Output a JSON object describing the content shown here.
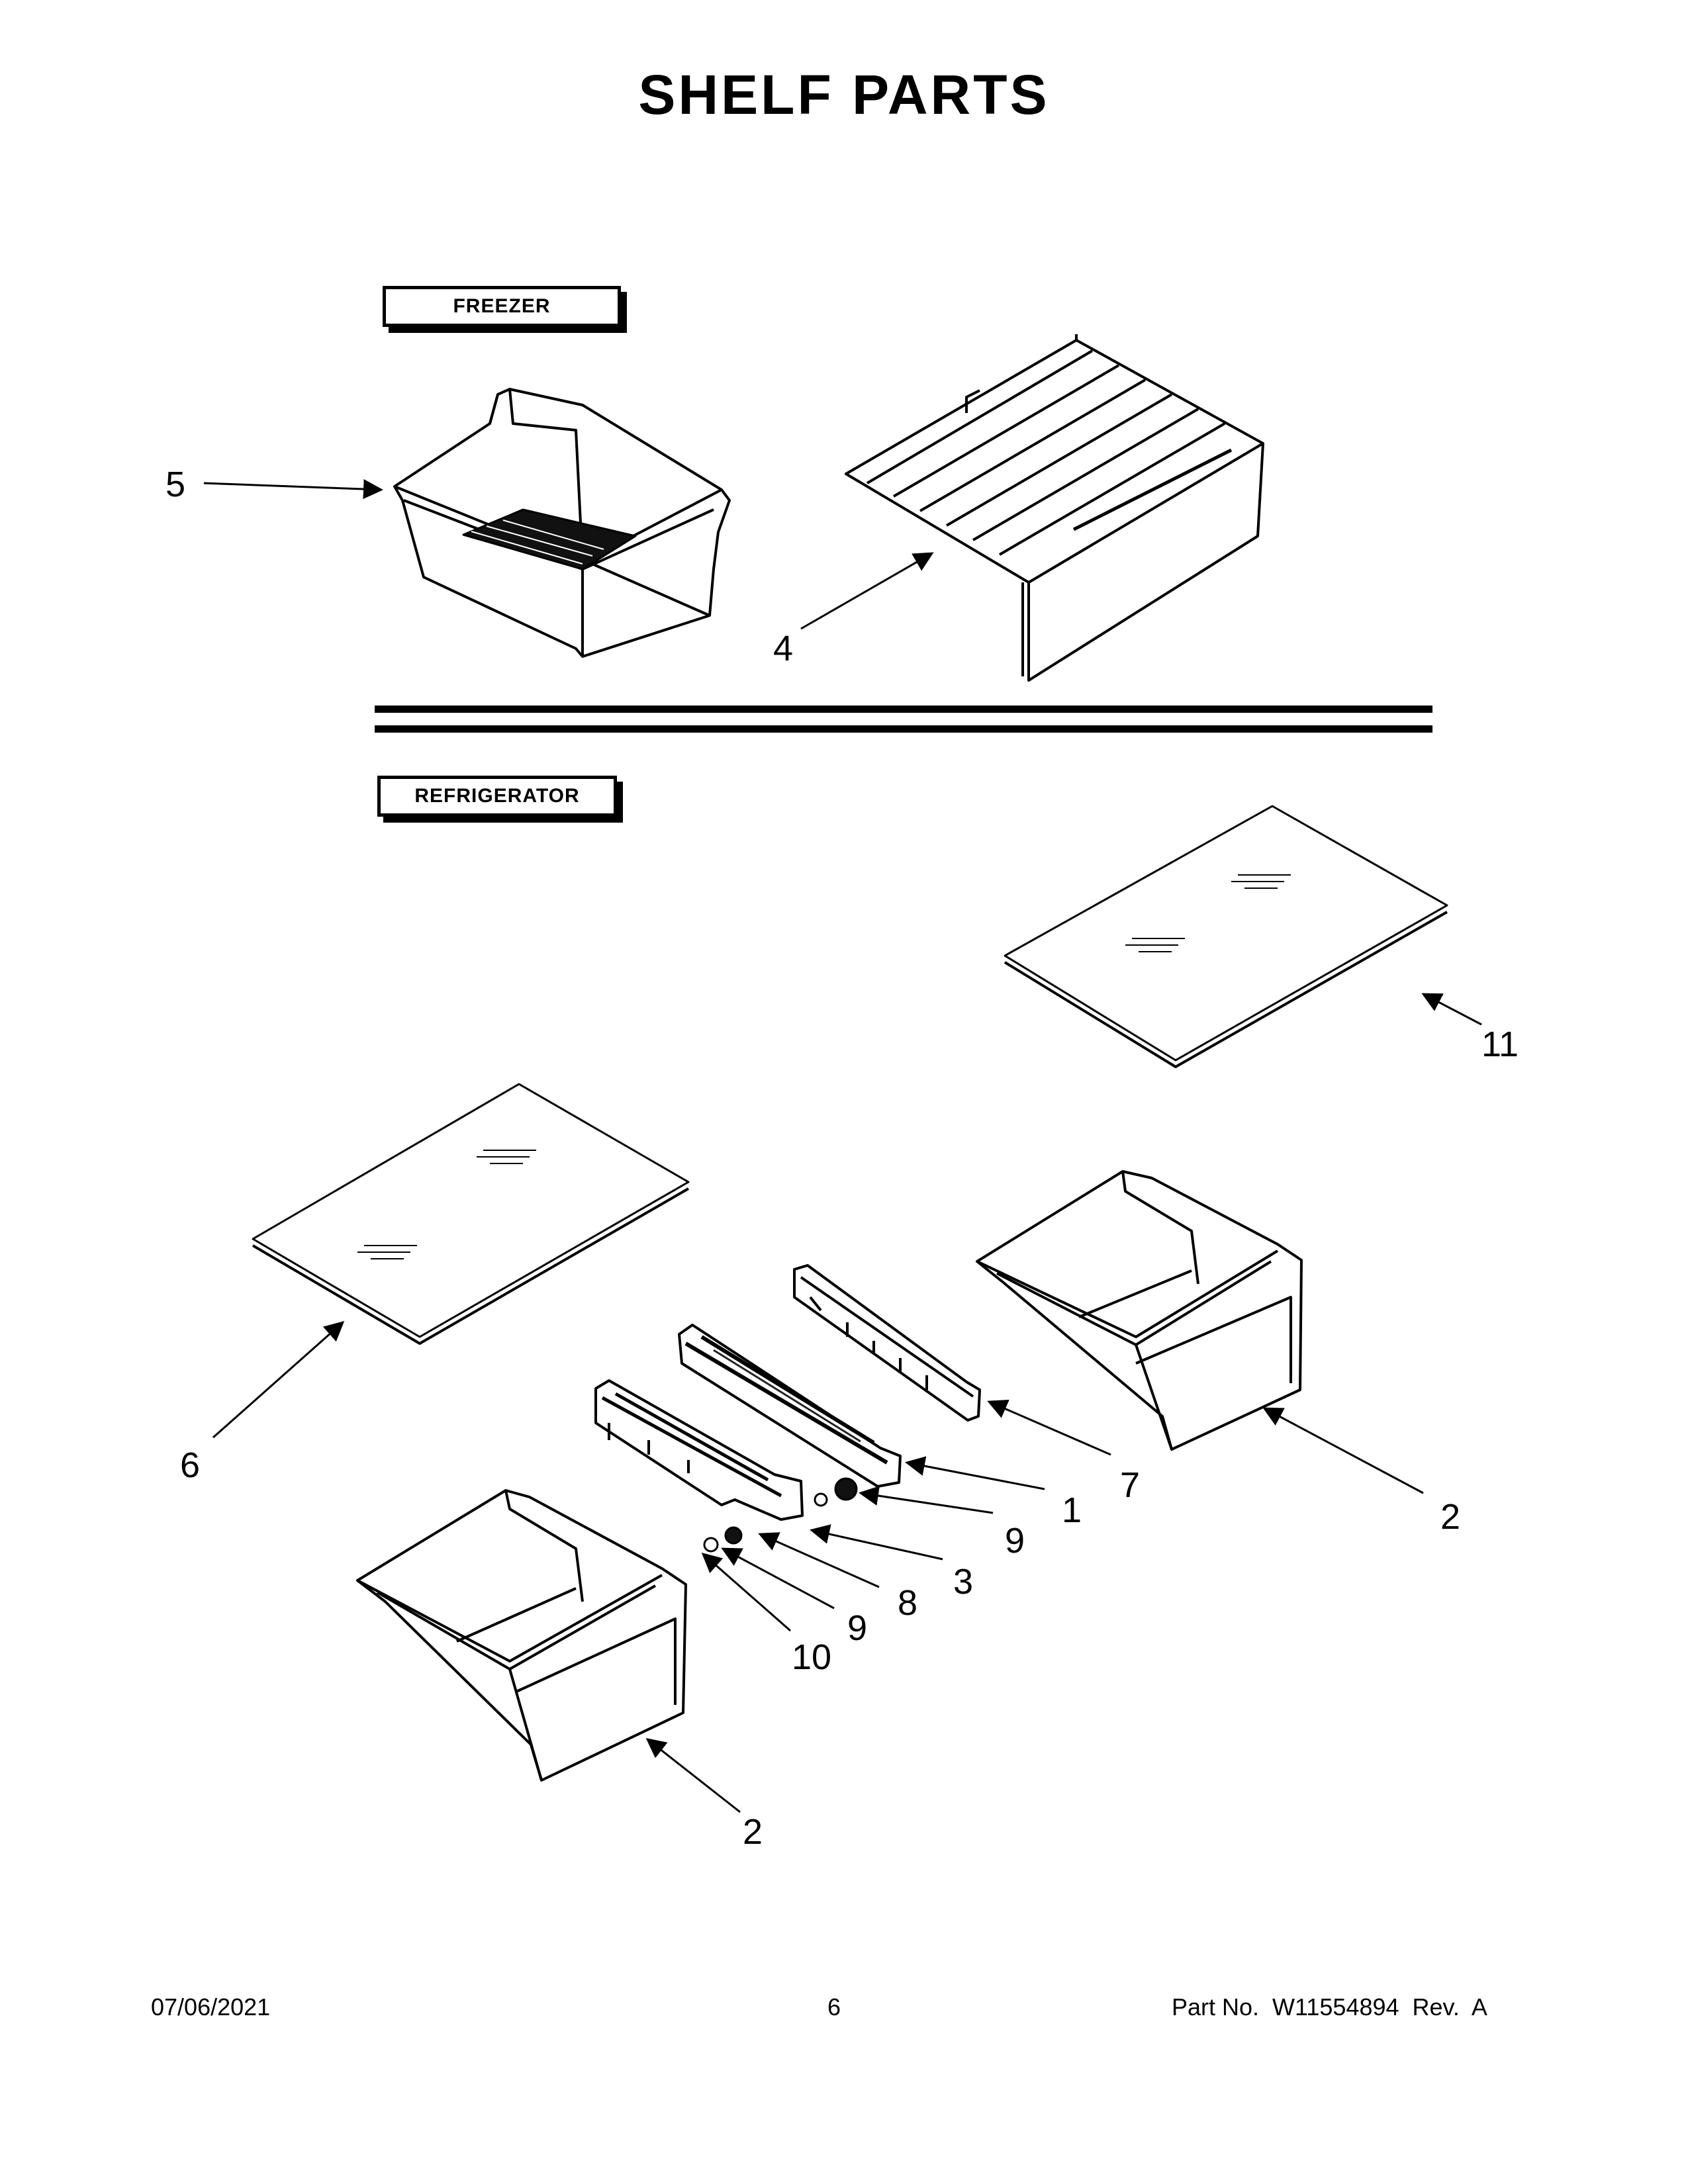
{
  "title": "SHELF PARTS",
  "sections": {
    "freezer": "FREEZER",
    "refrigerator": "REFRIGERATOR"
  },
  "callouts": {
    "c5": "5",
    "c4": "4",
    "c11": "11",
    "c6": "6",
    "c7": "7",
    "c1": "1",
    "c2_right": "2",
    "c9_upper": "9",
    "c3": "3",
    "c8": "8",
    "c9_lower": "9",
    "c10": "10",
    "c2_left": "2"
  },
  "footer": {
    "date": "07/06/2021",
    "page": "6",
    "part": "Part No.  W11554894  Rev.  A"
  }
}
